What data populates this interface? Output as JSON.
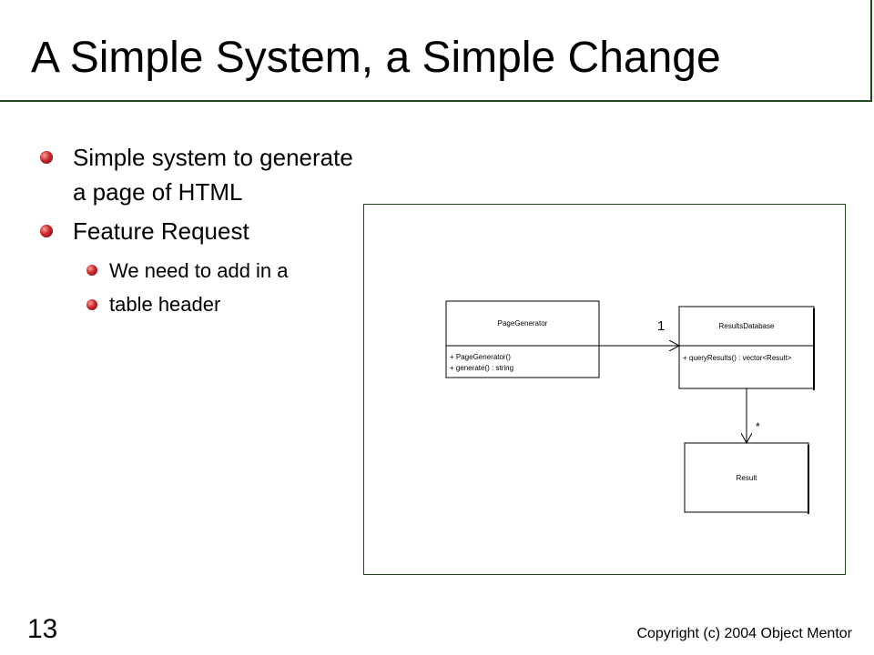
{
  "slide": {
    "title": "A Simple System, a Simple Change",
    "bullets": {
      "b1_line1": "Simple system to generate",
      "b1_line2": "a page of HTML",
      "b2": "Feature Request",
      "sub1": "We need to add in a",
      "sub2": "table header"
    },
    "page_number": "13",
    "copyright": "Copyright (c) 2004 Object Mentor"
  },
  "diagram": {
    "classes": {
      "page_generator": {
        "name": "PageGenerator",
        "op1": "+ PageGenerator()",
        "op2": "+ generate() : string"
      },
      "results_database": {
        "name": "ResultsDatabase",
        "op1": "+ queryResults() : vector<Result>"
      },
      "result": {
        "name": "Result"
      }
    },
    "associations": {
      "pg_to_rd_multiplicity": "1",
      "rd_to_result_multiplicity": "*"
    }
  }
}
